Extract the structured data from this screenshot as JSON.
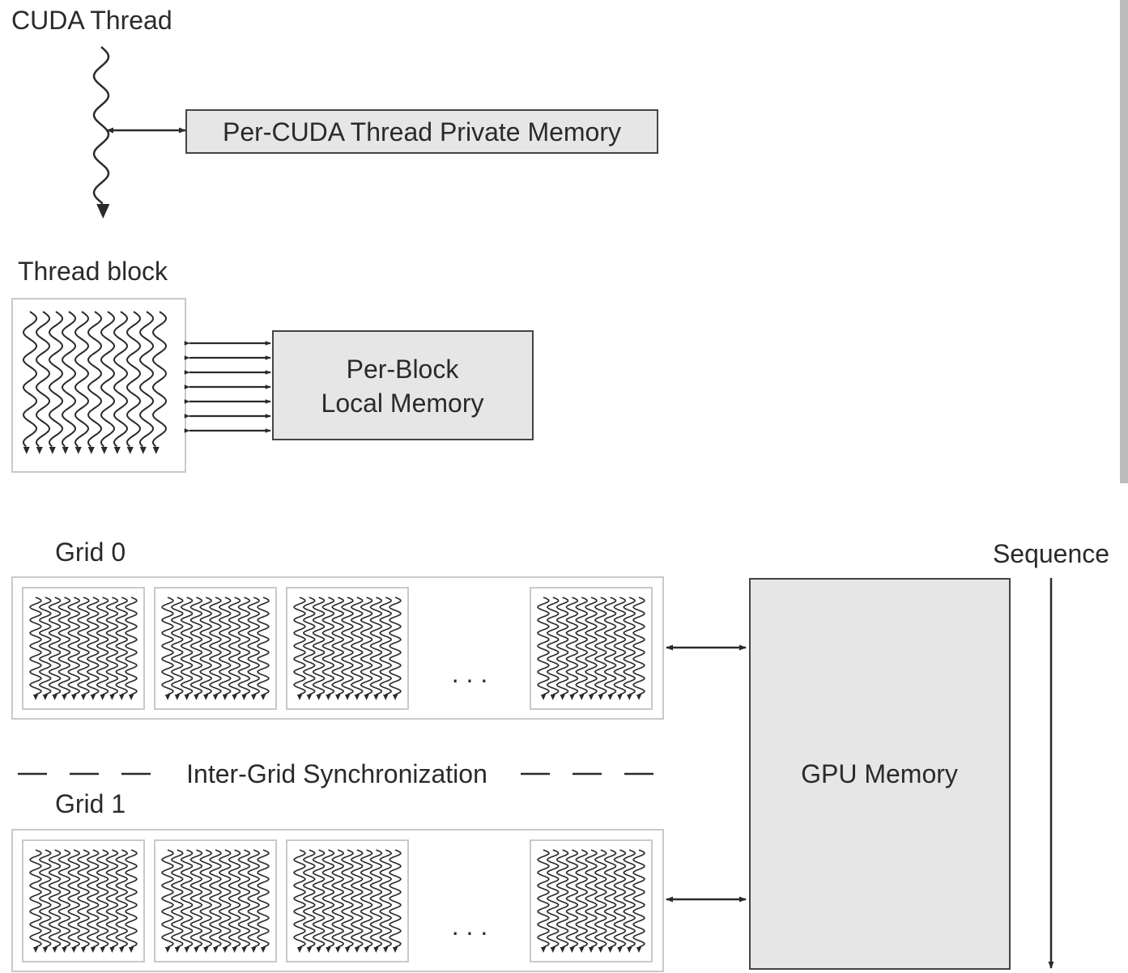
{
  "cuda_thread": {
    "label": "CUDA Thread",
    "memory_label": "Per-CUDA Thread Private Memory"
  },
  "thread_block": {
    "label": "Thread block",
    "memory_line1": "Per-Block",
    "memory_line2": "Local Memory"
  },
  "grid0": {
    "label": "Grid 0",
    "ellipsis": ". . ."
  },
  "grid1": {
    "label": "Grid 1",
    "ellipsis": ". . ."
  },
  "sync_label": "Inter-Grid Synchronization",
  "gpu_memory_label": "GPU Memory",
  "sequence_label": "Sequence",
  "colors": {
    "box_fill": "#e6e6e6",
    "box_stroke": "#444444",
    "light_border": "#c9c9c9",
    "ink": "#2a2a2a",
    "side_bar": "#bdbdbd"
  }
}
